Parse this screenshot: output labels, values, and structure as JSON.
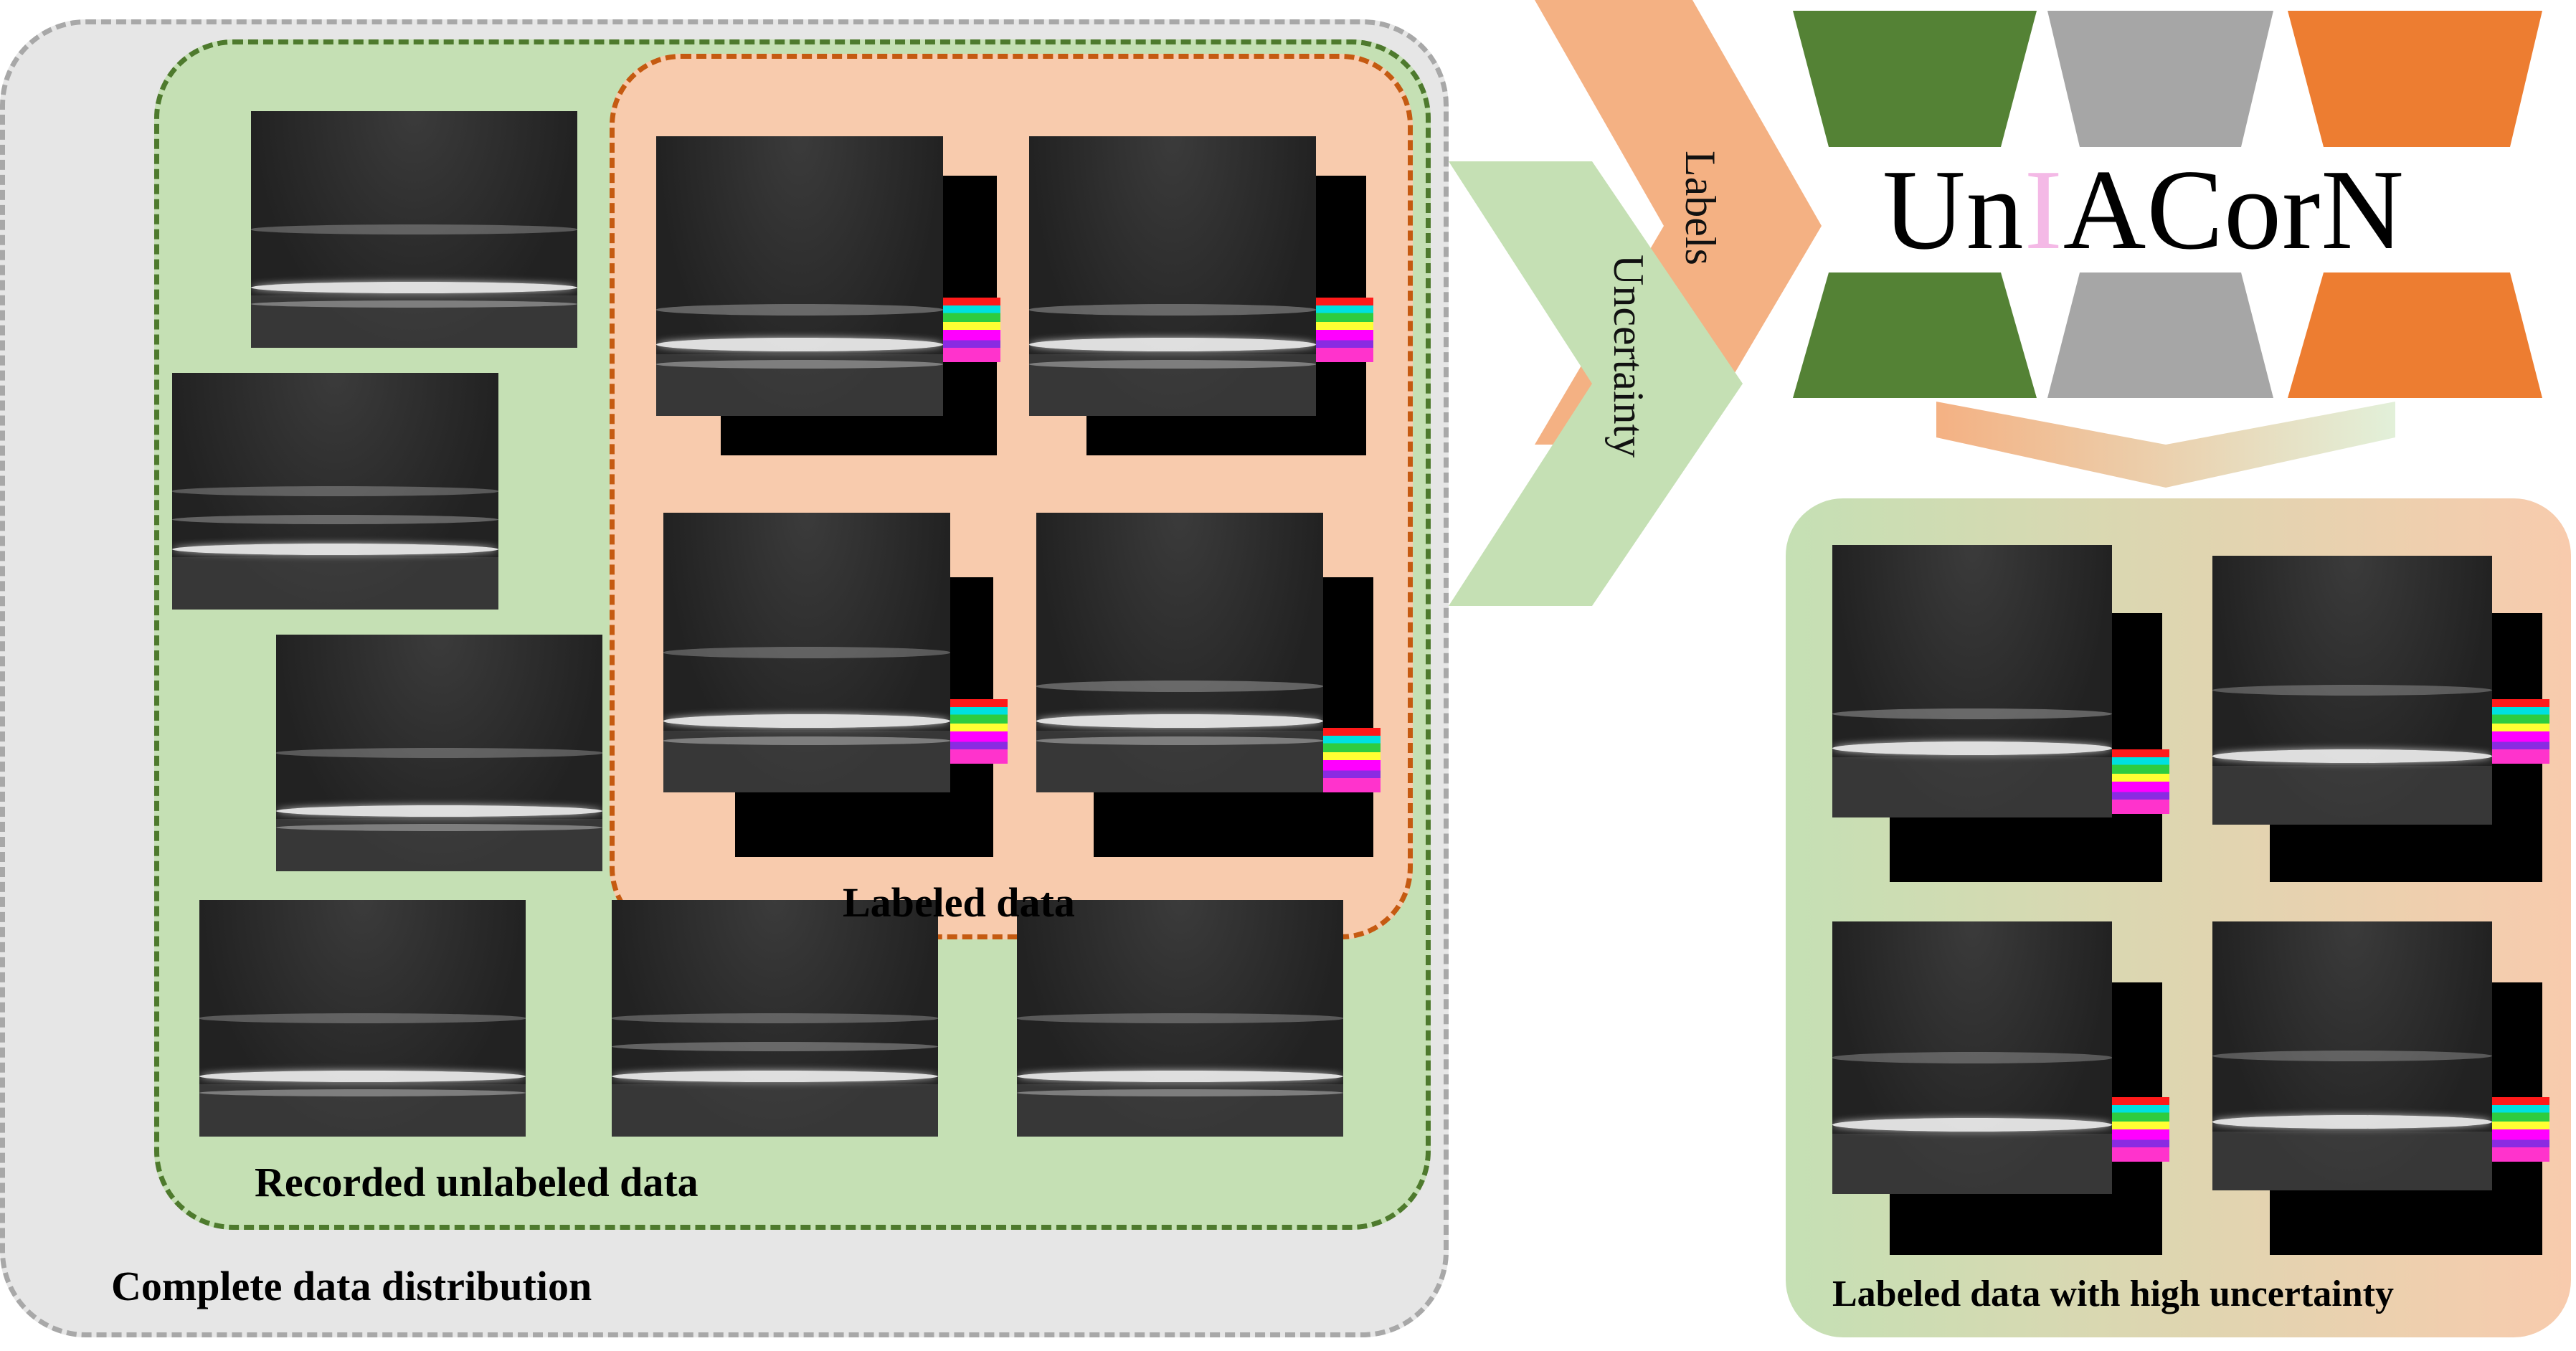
{
  "captions": {
    "complete": "Complete data distribution",
    "unlabeled": "Recorded unlabeled data",
    "labeled": "Labeled data",
    "high_uncertainty": "Labeled data with high uncertainty"
  },
  "arrows": {
    "labels": "Labels",
    "uncertainty": "Uncertainty"
  },
  "model": {
    "name_part1": "Un",
    "name_highlight": "I",
    "name_part2": "ACorN"
  },
  "colors": {
    "complete_bg": "#e6e6e6",
    "unlabeled_bg": "#c5e0b4",
    "labeled_bg": "#f8cbad",
    "green_block": "#548235",
    "gray_block": "#a6a6a6",
    "orange_block": "#ed7d31",
    "labels_arrow": "#f4b183",
    "uncertainty_arrow": "#c5e0b4",
    "highlight_letter": "#f4b9e6"
  }
}
